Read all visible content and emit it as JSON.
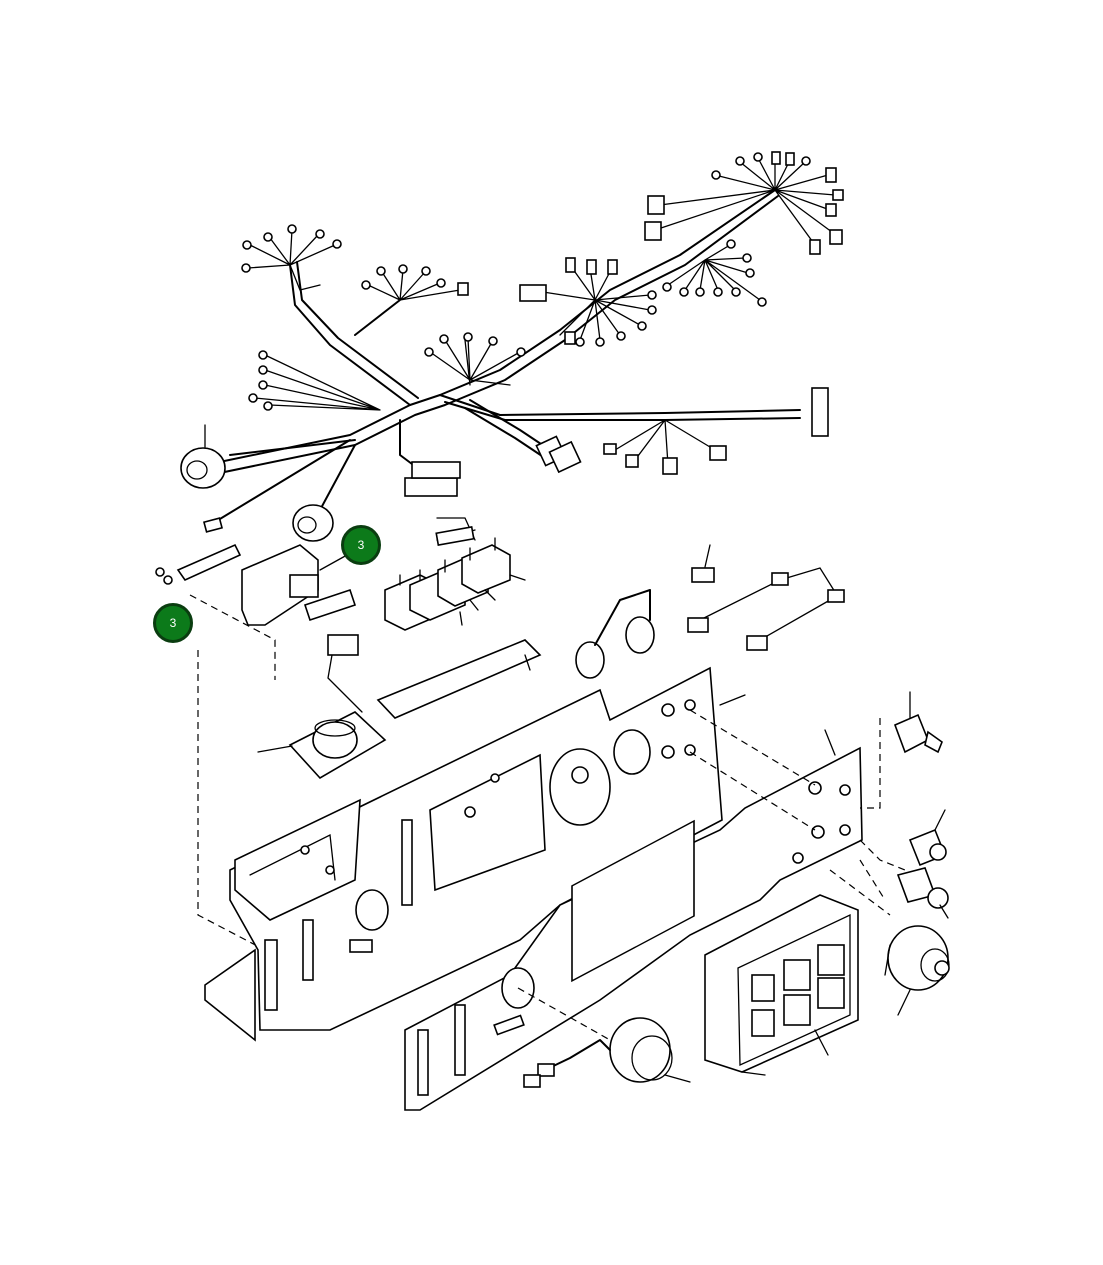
{
  "diagram": {
    "callouts": [
      {
        "id": "callout-a",
        "label": "3"
      },
      {
        "id": "callout-b",
        "label": "3"
      }
    ],
    "colors": {
      "callout_fill": "#0c7a1a",
      "callout_border": "#0a3d10",
      "line_art": "#000000",
      "background": "#ffffff"
    }
  }
}
